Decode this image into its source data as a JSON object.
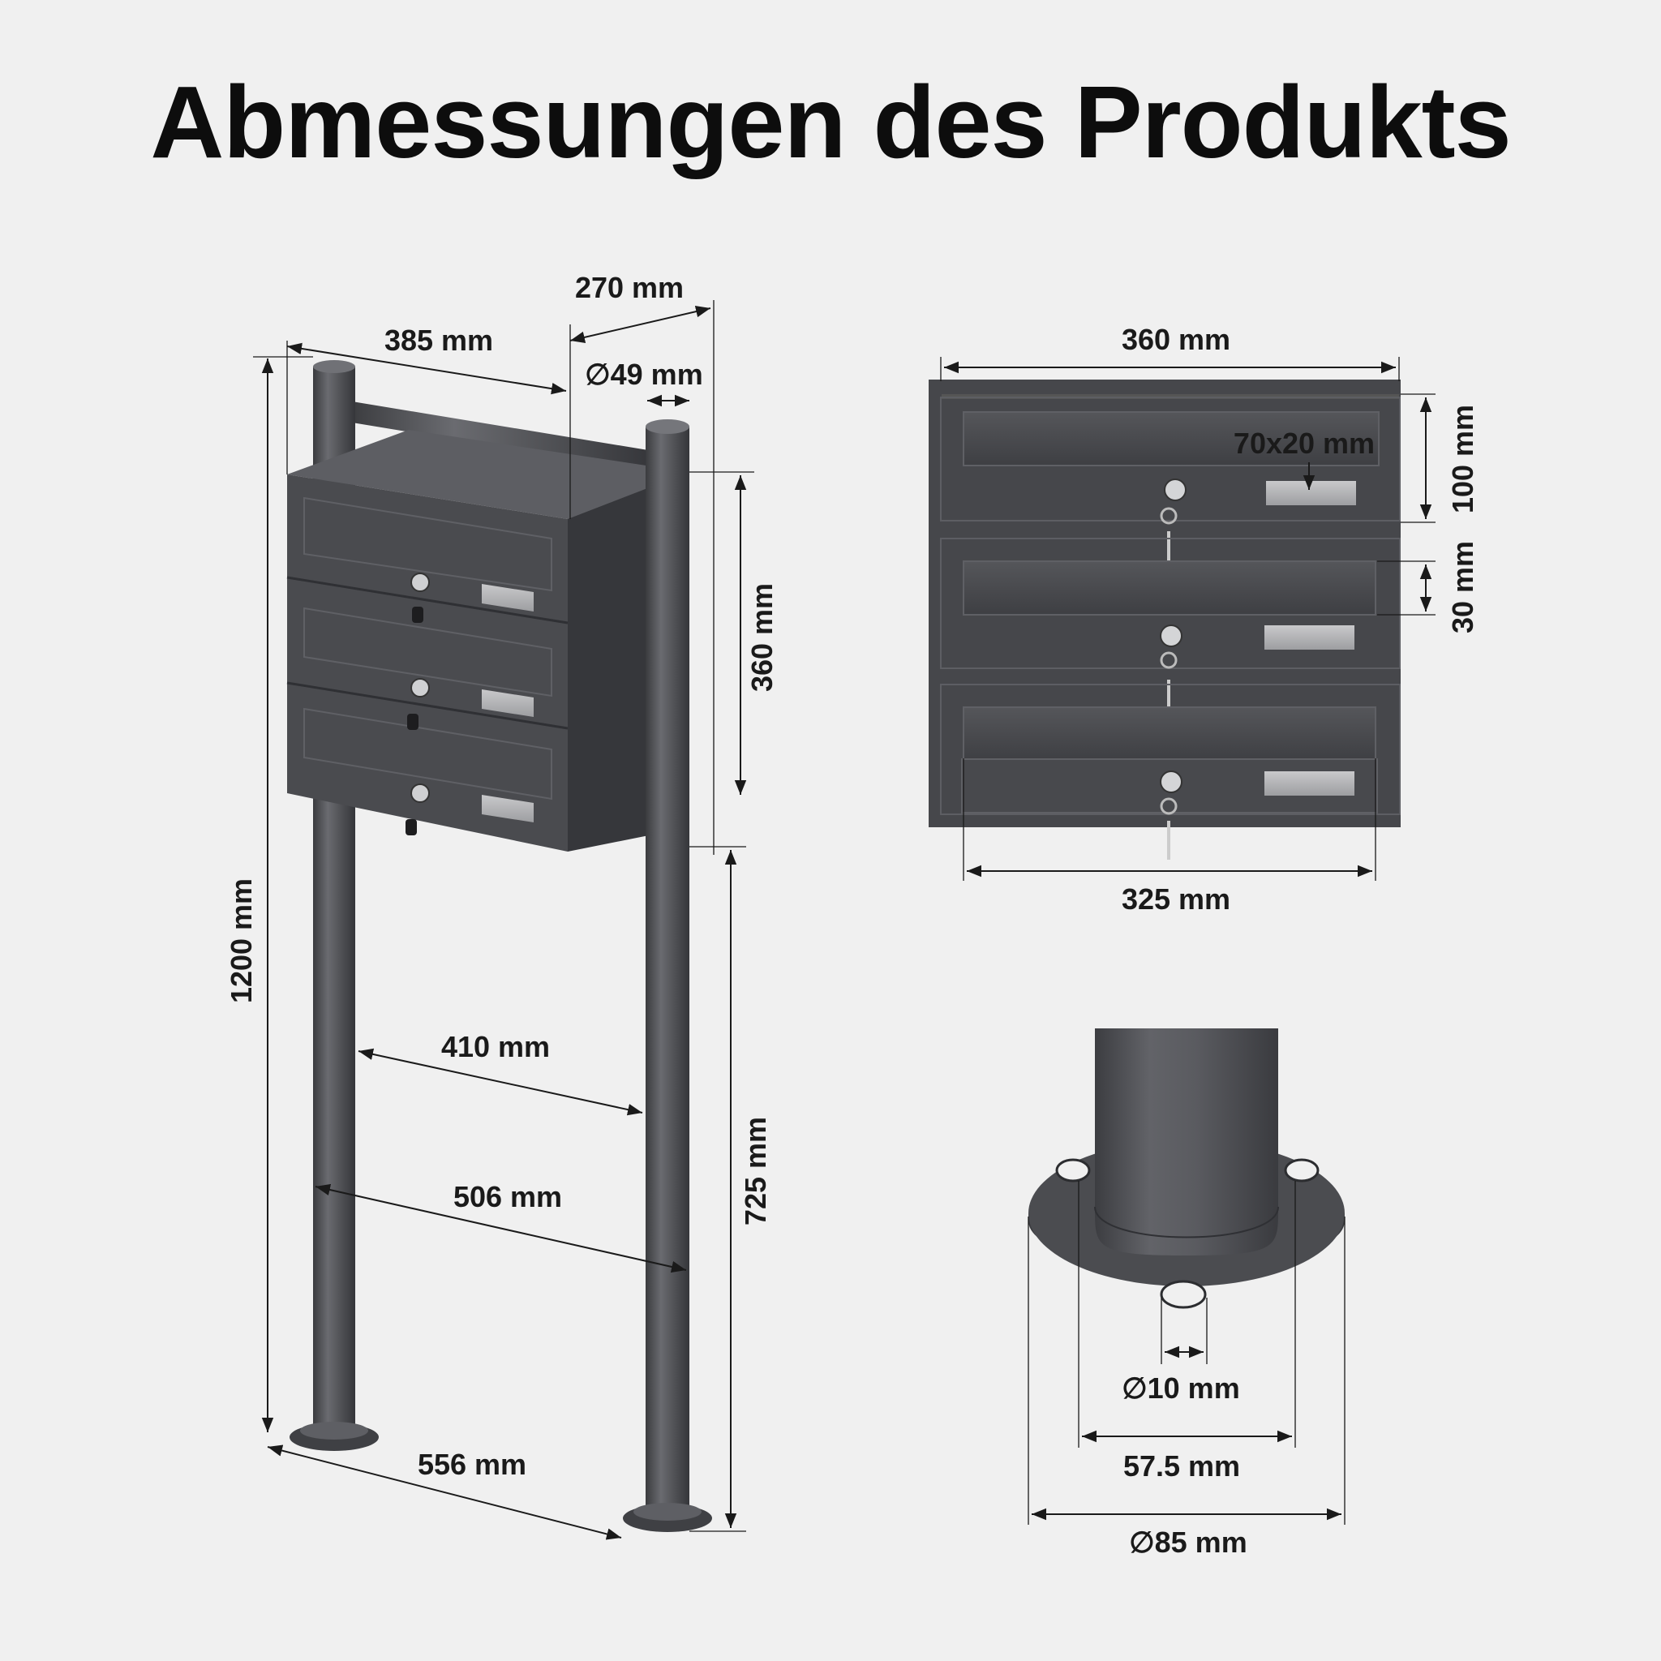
{
  "title": "Abmessungen des Produkts",
  "dimensions": {
    "depth": "270 mm",
    "width_top": "385 mm",
    "post_diameter": "∅49 mm",
    "box_height": "360 mm",
    "total_height": "1200 mm",
    "inner_post_distance": "410 mm",
    "outer_post_distance": "506 mm",
    "ground_clearance": "725 mm",
    "foot_distance": "556 mm",
    "front_width": "360 mm",
    "nameplate": "70x20 mm",
    "compartment_height": "100 mm",
    "slot_height": "30 mm",
    "slot_width": "325 mm",
    "hole_diameter": "∅10 mm",
    "hole_distance": "57.5 mm",
    "base_diameter": "∅85 mm"
  },
  "colors": {
    "background": "#f0f0f0",
    "metal": "#4a4b4f",
    "text": "#1a1a1a"
  }
}
